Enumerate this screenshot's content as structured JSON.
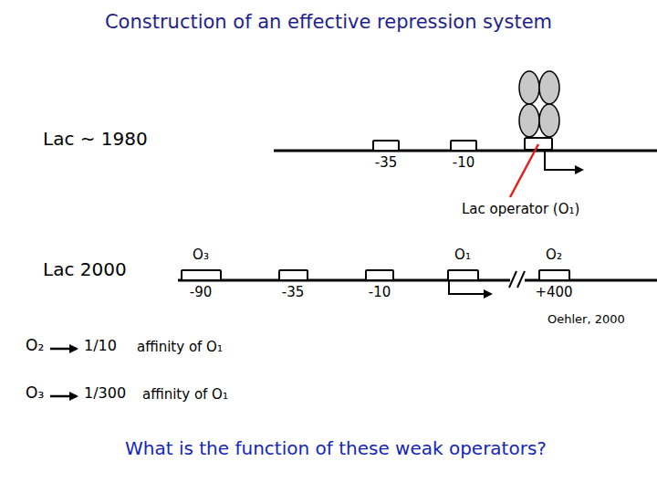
{
  "diagram": {
    "title": "Construction of an effective repression system",
    "nodes": [
      {
        "text": [
          "-35"
        ]
      },
      {
        "text": [
          "-10"
        ]
      },
      {
        "text": [
          "O₃",
          "-90"
        ]
      },
      {
        "text": [
          "-35"
        ]
      },
      {
        "text": [
          "-10"
        ]
      },
      {
        "text": [
          "O₁"
        ]
      },
      {
        "text": [
          "O₂",
          "+400"
        ]
      }
    ],
    "labels": [
      "Lac ~ 1980",
      "Lac operator (O₁)",
      "Lac 2000",
      "Oehler, 2000",
      "O₂",
      "1/10",
      "affinity of O₁",
      "O₃",
      "1/300",
      "affinity of O₁",
      "What is the function of  these weak operators?"
    ]
  }
}
